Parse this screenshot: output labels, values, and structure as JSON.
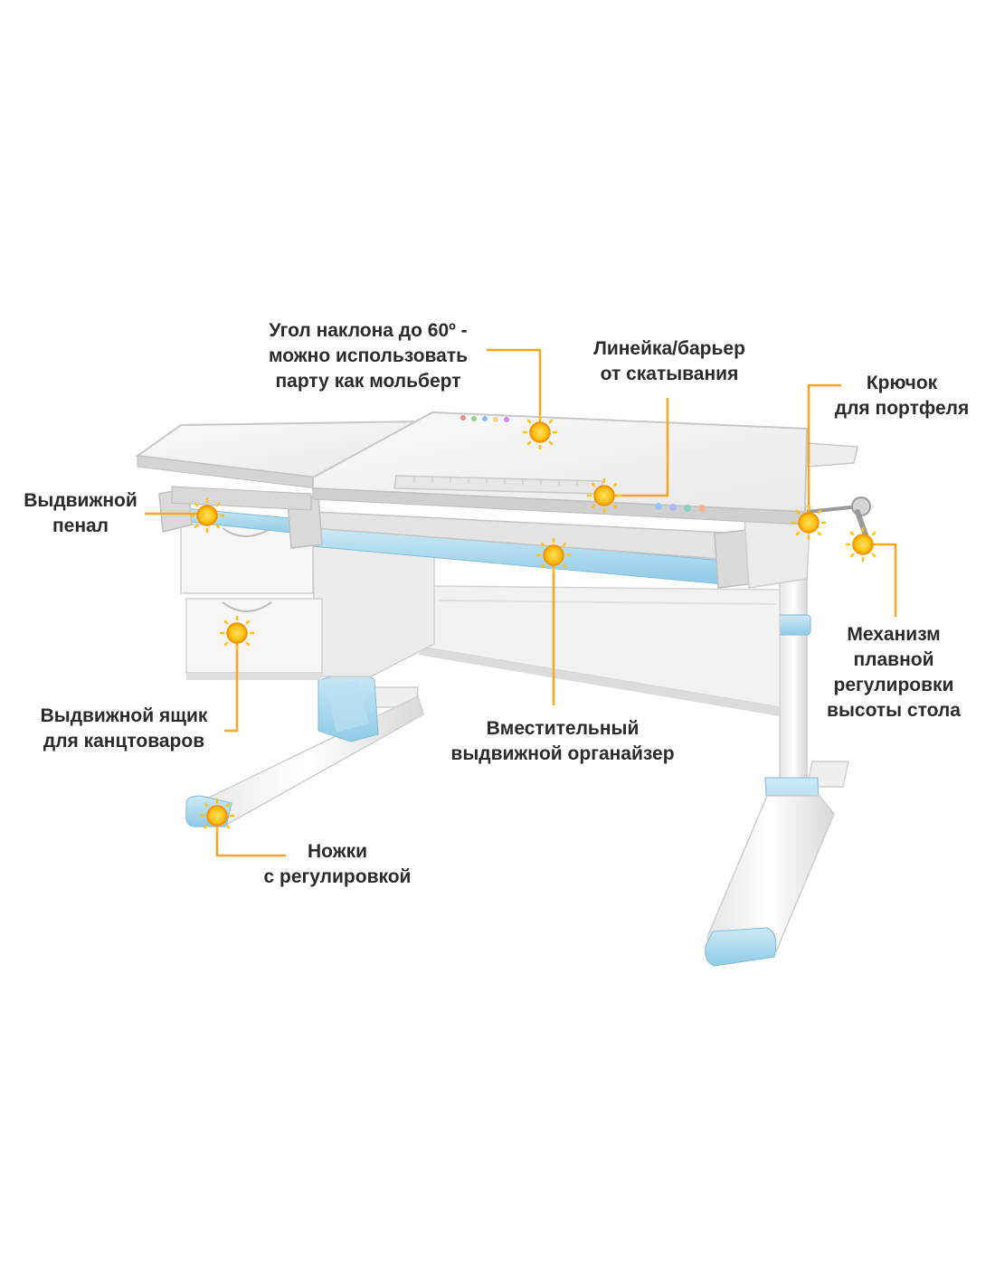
{
  "colors": {
    "leader_line": "#f5a623",
    "marker_fill": "#ffc20e",
    "marker_ring": "#f39200",
    "accent_blue": "#a8d8ee",
    "desk_white": "#f7f7f7",
    "desk_grey": "#c9c9c9",
    "label_text": "#2b2b2b"
  },
  "callouts": {
    "tilt": {
      "line1": "Угол наклона до 60º -",
      "line2": "можно использовать",
      "line3": "парту как мольберт"
    },
    "ruler": {
      "line1": "Линейка/барьер",
      "line2": "от скатывания"
    },
    "hook": {
      "line1": "Крючок",
      "line2": "для портфеля"
    },
    "pencil_case": {
      "line1": "Выдвижной",
      "line2": "пенал"
    },
    "mechanism": {
      "line1": "Механизм",
      "line2": "плавной",
      "line3": "регулировки",
      "line4": "высоты стола"
    },
    "drawer": {
      "line1": "Выдвижной ящик",
      "line2": "для канцтоваров"
    },
    "organizer": {
      "line1": "Вместительный",
      "line2": "выдвижной органайзер"
    },
    "legs": {
      "line1": "Ножки",
      "line2": "с регулировкой"
    }
  }
}
